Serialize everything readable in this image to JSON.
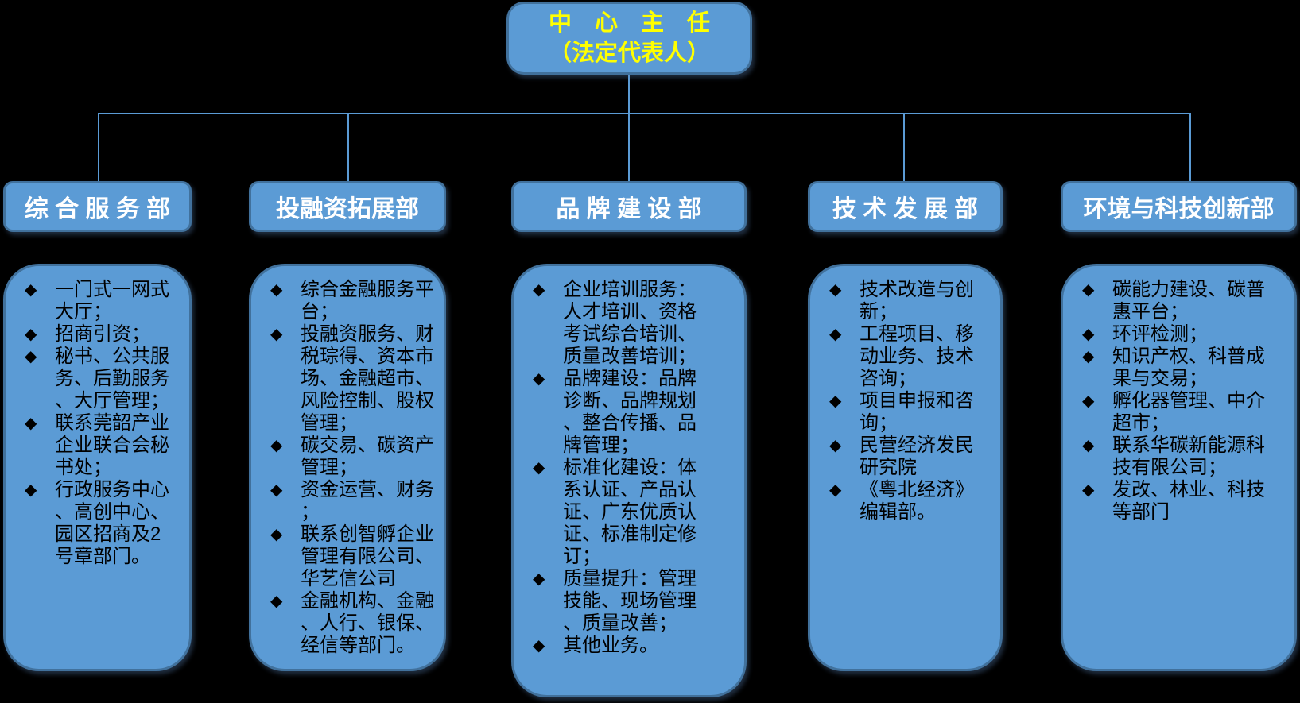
{
  "root": {
    "title_line1": "中　心　主　任",
    "title_line2": "（法定代表人）"
  },
  "bullet_glyph": "◆",
  "departments": [
    {
      "name": "综 合 服 务 部",
      "bullets": [
        "一门式一网式大厅；",
        "招商引资；",
        "秘书、公共服务、后勤服务、大厅管理；",
        "联系莞韶产业企业联合会秘书处；",
        "行政服务中心、高创中心、园区招商及2号章部门。"
      ]
    },
    {
      "name": "投融资拓展部",
      "bullets": [
        "综合金融服务平台；",
        "投融资服务、财税琮得、资本市场、金融超市、风险控制、股权管理；",
        "碳交易、碳资产管理；",
        "资金运营、财务；",
        "联系创智孵企业管理有限公司、华艺信公司",
        "金融机构、金融、人行、银保、经信等部门。"
      ]
    },
    {
      "name": "品 牌 建 设 部",
      "bullets": [
        "企业培训服务：人才培训、资格考试综合培训、质量改善培训；",
        "品牌建设：品牌诊断、品牌规划、整合传播、品牌管理；",
        "标准化建设：体系认证、产品认证、广东优质认证、标准制定修订；",
        "质量提升：管理技能、现场管理、质量改善；",
        "其他业务。"
      ]
    },
    {
      "name": "技 术 发 展 部",
      "bullets": [
        "技术改造与创新；",
        "工程项目、移动业务、技术咨询；",
        "项目申报和咨询；",
        "民营经济发民研究院",
        "《粤北经济》编辑部。"
      ]
    },
    {
      "name": "环境与科技创新部",
      "bullets": [
        "碳能力建设、碳普惠平台；",
        "环评检测；",
        "知识产权、科普成果与交易；",
        "孵化器管理、中介超市；",
        "联系华碳新能源科技有限公司；",
        "发改、林业、科技等部门"
      ]
    }
  ],
  "colors": {
    "background": "#000000",
    "box_fill": "#5B9BD5",
    "box_border": "#41719C",
    "connector": "#5B9BD5",
    "root_title_text": "#FFFF00",
    "header_text": "#FFFFFF",
    "body_text": "#000000"
  }
}
